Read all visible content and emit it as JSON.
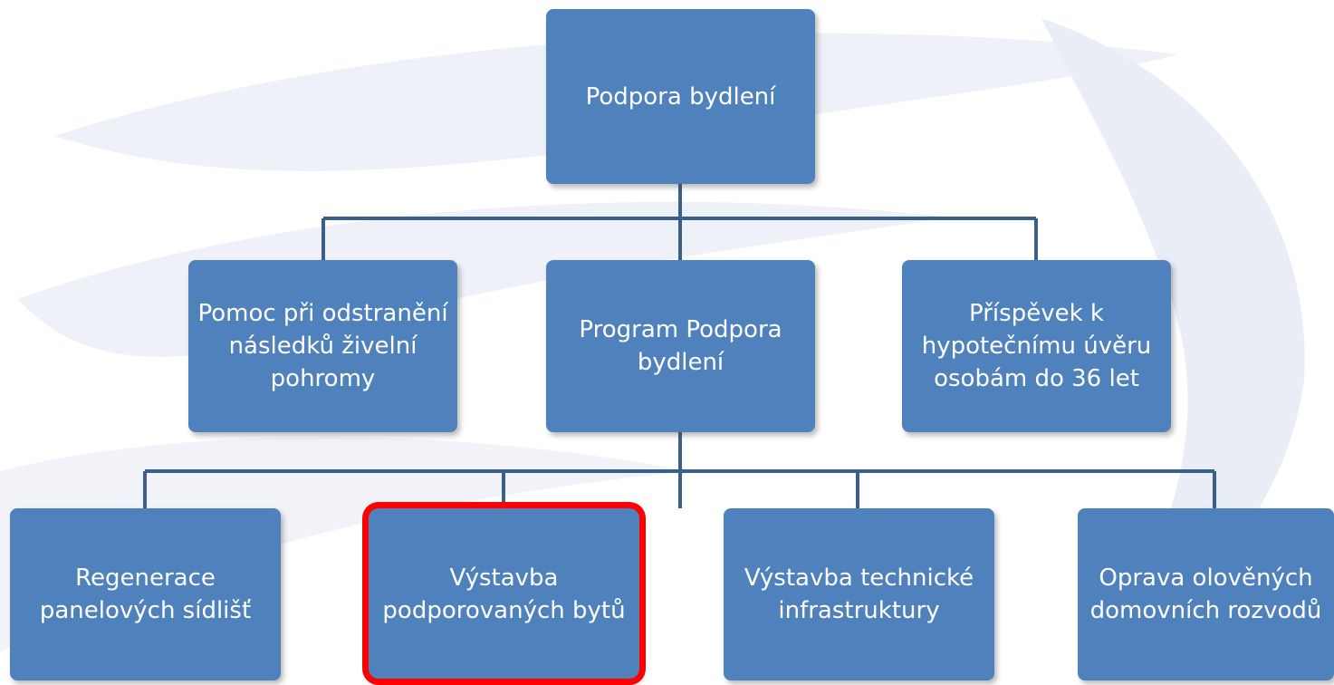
{
  "diagram": {
    "root": {
      "label": "Podpora bydlení"
    },
    "level1": [
      {
        "id": "pomoc",
        "label": "Pomoc při odstranění následků živelní pohromy"
      },
      {
        "id": "program",
        "label": "Program Podpora bydlení"
      },
      {
        "id": "prispevek",
        "label": "Příspěvek k hypotečnímu úvěru osobám do 36 let"
      }
    ],
    "level2": [
      {
        "id": "regenerace",
        "label": "Regenerace panelových sídlišť"
      },
      {
        "id": "vystavba-bytu",
        "label": "Výstavba podporovaných bytů",
        "highlighted": true
      },
      {
        "id": "vystavba-infra",
        "label": "Výstavba technické infrastruktury"
      },
      {
        "id": "oprava",
        "label": "Oprava olověných domovních rozvodů"
      }
    ],
    "colors": {
      "node_fill": "#4f81bd",
      "connector": "#3c5f8a",
      "highlight": "#ff0000",
      "watermark": "#e8ecf6"
    }
  }
}
